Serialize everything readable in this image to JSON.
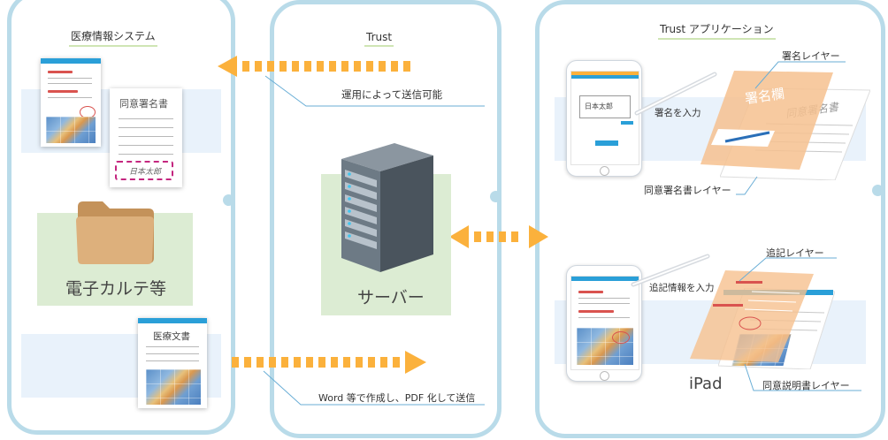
{
  "left": {
    "heading": "医療情報システム",
    "consent_doc_title": "同意署名書",
    "signature": "日本太郎",
    "folder_label": "電子カルテ等",
    "medical_doc_title": "医療文書"
  },
  "center": {
    "heading": "Trust",
    "note_top": "運用によって送信可能",
    "server_label": "サーバー",
    "note_bottom": "Word 等で作成し、PDF 化して送信"
  },
  "right": {
    "heading": "Trust アプリケーション",
    "signature_layer": "署名レイヤー",
    "signature_field": "署名欄",
    "sign_input": "署名を入力",
    "consent_layer_text": "同意署名書",
    "consent_layer_label": "同意署名書レイヤー",
    "append_layer": "追記レイヤー",
    "append_input": "追記情報を入力",
    "device_label": "iPad",
    "explanation_layer": "同意説明書レイヤー",
    "ipad_signature": "日本太郎"
  },
  "colors": {
    "panel_border": "#b9dbe9",
    "band": "#e9f2fb",
    "green_box": "#dcecd3",
    "arrow": "#fbb13c",
    "accent_blue": "#2a9fd8",
    "red_line": "#d9534f",
    "signature_dashed_box": "#c4267f",
    "layer_orange": "#f6c18f"
  },
  "icons": [
    "folder-icon",
    "server-icon",
    "stylus-icon",
    "arrow-left-icon",
    "arrow-right-icon",
    "double-arrow-icon"
  ]
}
